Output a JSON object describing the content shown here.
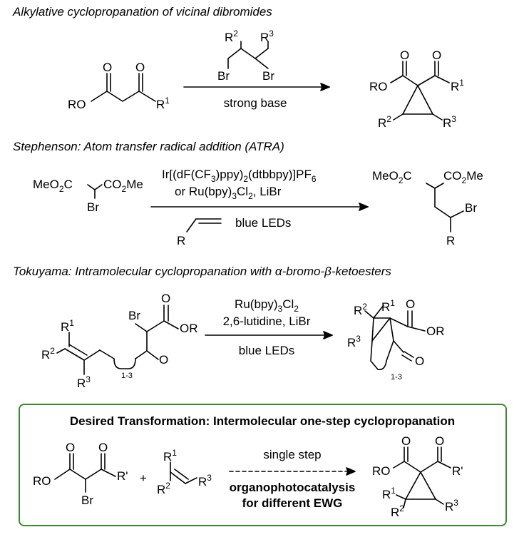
{
  "sections": {
    "s1": {
      "title": "Alkylative cyclopropanation of vicinal dibromides",
      "reagent_below": "strong base",
      "labels": {
        "RO": "RO",
        "R1": "R",
        "R2": "R",
        "R3": "R",
        "Br": "Br",
        "O": "O"
      }
    },
    "s2": {
      "title": "Stephenson: Atom transfer radical addition (ATRA)",
      "reagent_line1_prefix": "Ir[(dF(CF",
      "reagent_line1_mid": ")ppy)",
      "reagent_line1_mid2": "(dtbbpy)]PF",
      "reagent_line2": "or Ru(bpy)",
      "reagent_line2_end": "Cl",
      "reagent_line2_tail": ", LiBr",
      "reagent_below": "blue LEDs",
      "labels": {
        "MeO2C": "MeO",
        "CO2Me": "CO",
        "Me": "Me",
        "C": "C",
        "Br": "Br",
        "R": "R"
      }
    },
    "s3": {
      "title_prefix": "Tokuyama: Intramolecular cyclopropanation with ",
      "title_alpha": "α",
      "title_mid": "-bromo-",
      "title_beta": "β",
      "title_suffix": "-ketoesters",
      "reagent_line1": "Ru(bpy)",
      "reagent_line1_end": "Cl",
      "reagent_line2": "2,6-lutidine, LiBr",
      "reagent_below": "blue LEDs",
      "range_label": "1-3",
      "labels": {
        "OR": "OR",
        "Br": "Br",
        "O": "O",
        "R": "R"
      }
    },
    "s4": {
      "title": "Desired Transformation: Intermolecular one-step cyclopropanation",
      "arrow_above": "single step",
      "arrow_below_1": "organophotocatalysis",
      "arrow_below_2": "for different EWG",
      "plus": "+",
      "labels": {
        "RO": "RO",
        "Rprime": "R'",
        "Br": "Br",
        "O": "O",
        "R": "R"
      },
      "border_color": "#3a8a2e"
    }
  },
  "sup": {
    "one": "1",
    "two": "2",
    "three": "3",
    "six": "6"
  }
}
